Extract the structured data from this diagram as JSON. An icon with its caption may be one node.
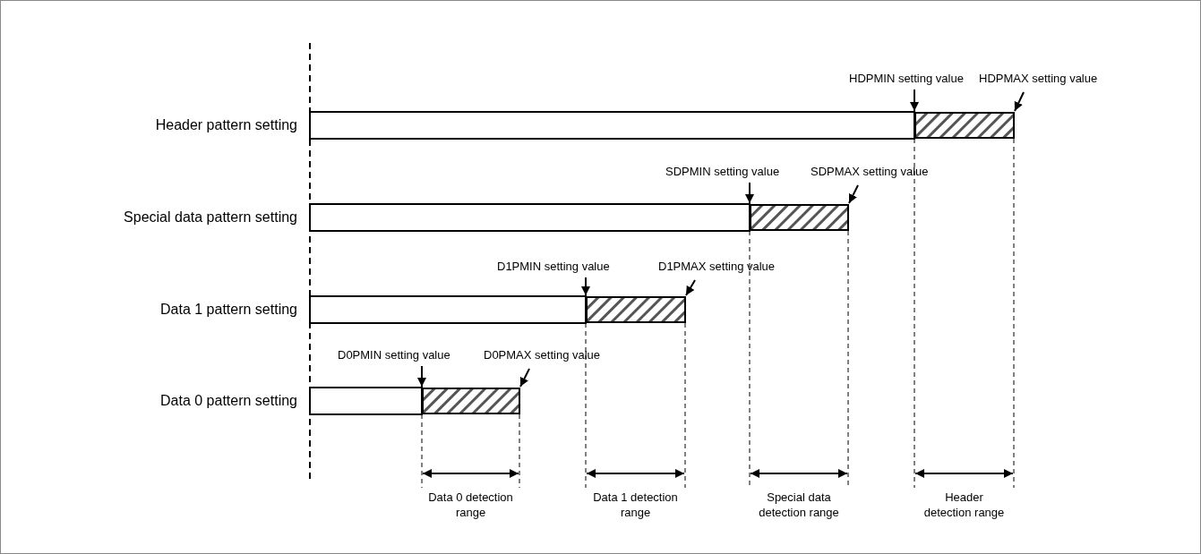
{
  "diagram": {
    "nodes": [
      {
        "text": [
          "HDPMIN setting value"
        ]
      },
      {
        "text": [
          "HDPMAX setting value"
        ]
      },
      {
        "text": [],
        "shape": "bar"
      },
      {
        "text": [
          "SDPMIN setting value"
        ]
      },
      {
        "text": [
          "SDPMAX setting value"
        ]
      },
      {
        "text": [],
        "shape": "bar"
      },
      {
        "text": [
          "D1PMIN setting value"
        ]
      },
      {
        "text": [
          "D1PMAX setting value"
        ]
      },
      {
        "text": [],
        "shape": "bar"
      },
      {
        "text": [
          "D0PMIN setting value"
        ]
      },
      {
        "text": [
          "D0PMAX setting value"
        ]
      },
      {
        "text": [],
        "shape": "bar"
      }
    ],
    "edges": [
      {
        "from": 0,
        "to": 2,
        "arrow": "to"
      },
      {
        "from": 1,
        "to": 2,
        "arrow": "to"
      },
      {
        "from": 3,
        "to": 5,
        "arrow": "to"
      },
      {
        "from": 4,
        "to": 5,
        "arrow": "to"
      },
      {
        "from": 6,
        "to": 8,
        "arrow": "to"
      },
      {
        "from": 7,
        "to": 8,
        "arrow": "to"
      },
      {
        "from": 9,
        "to": 11,
        "arrow": "to"
      },
      {
        "from": 10,
        "to": 11,
        "arrow": "to"
      }
    ],
    "labels": [
      "Header pattern setting",
      "Special data pattern setting",
      "Data 1 pattern setting",
      "Data 0 pattern setting",
      "Data 0 detection range",
      "Data 1 detection range",
      "Special data detection range",
      "Header detection range"
    ]
  }
}
